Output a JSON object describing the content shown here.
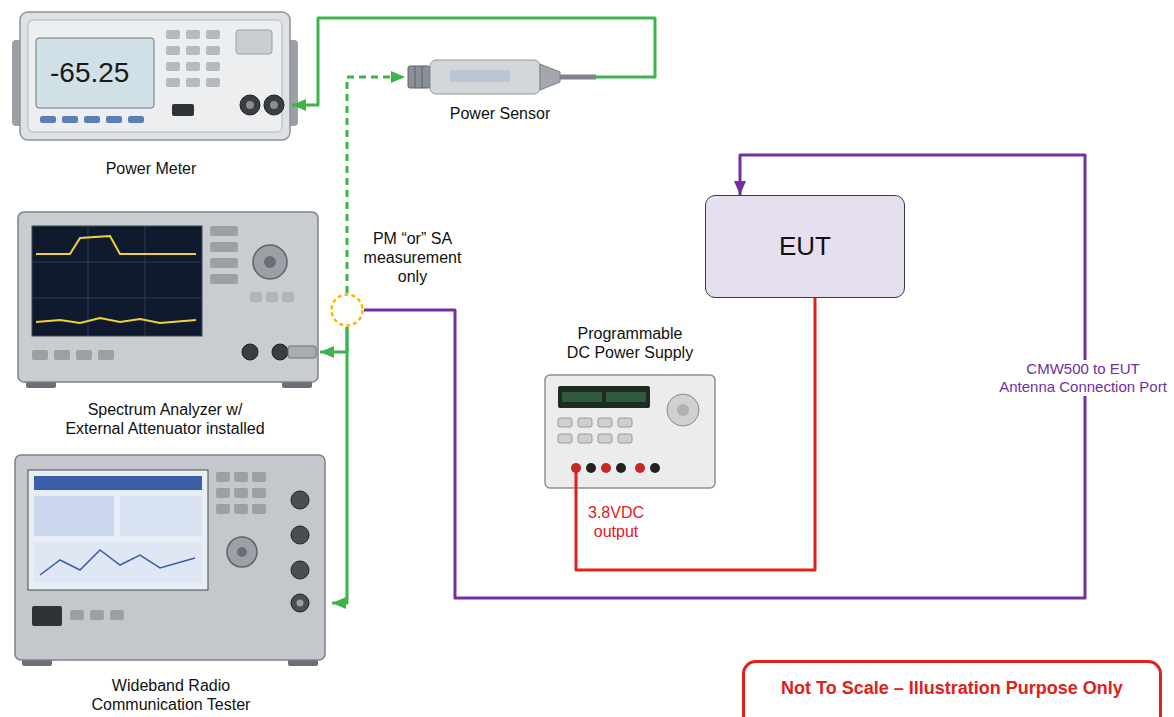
{
  "diagram": {
    "nodes": [
      {
        "text": [
          "Power Meter"
        ]
      },
      {
        "text": [
          "Power Sensor"
        ]
      },
      {
        "text": [
          "EUT"
        ]
      },
      {
        "text": [
          "PM “or” SA measurement only"
        ]
      },
      {
        "text": [
          "Programmable DC Power Supply"
        ]
      },
      {
        "text": [
          "Spectrum Analyzer w/ External Attenuator installed"
        ]
      },
      {
        "text": [
          "Wideband Radio Communication Tester"
        ]
      },
      {
        "text": [
          "Not To Scale – Illustration Purpose Only"
        ]
      }
    ],
    "edges": [
      {
        "from": 1,
        "to": 0,
        "arrow": "to"
      },
      {
        "from": 3,
        "to": 1,
        "arrow": "to"
      },
      {
        "from": 3,
        "to": 5,
        "arrow": "to"
      },
      {
        "from": 3,
        "to": 6,
        "arrow": "to"
      },
      {
        "from": 3,
        "to": 2,
        "arrow": "to",
        "label": "CMW500 to EUT Antenna Connection Port"
      },
      {
        "from": 4,
        "to": 2,
        "arrow": "none",
        "label": "3.8VDC output"
      }
    ],
    "labels": [
      "-65.25"
    ]
  }
}
